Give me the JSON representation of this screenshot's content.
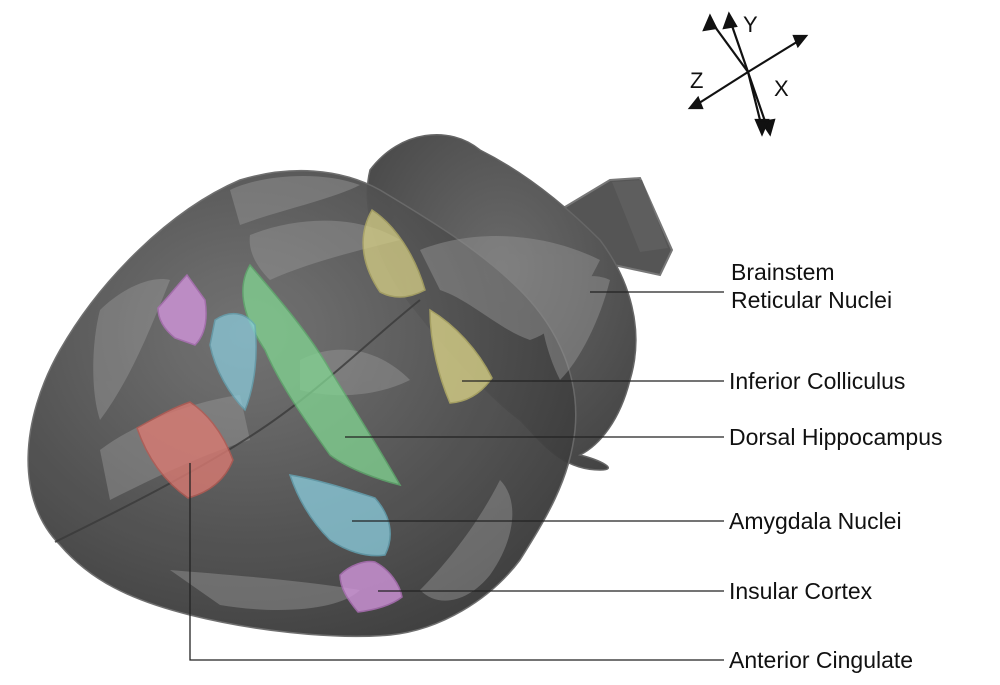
{
  "axes": {
    "x_label": "X",
    "y_label": "Y",
    "z_label": "Z"
  },
  "labels": {
    "brainstem_line1": "Brainstem",
    "brainstem_line2": "Reticular Nuclei",
    "inferior_colliculus": "Inferior Colliculus",
    "dorsal_hippocampus": "Dorsal Hippocampus",
    "amygdala_nuclei": "Amygdala Nuclei",
    "insular_cortex": "Insular Cortex",
    "anterior_cingulate": "Anterior Cingulate"
  },
  "colors": {
    "brain_surface": "#5b5b5b",
    "brain_highlight": "#8a8a8a",
    "inferior_colliculus": "#c9c27a",
    "dorsal_hippocampus": "#7ccf8a",
    "amygdala_nuclei": "#86c6d6",
    "insular_cortex": "#c98bd1",
    "anterior_cingulate": "#d36f67"
  }
}
